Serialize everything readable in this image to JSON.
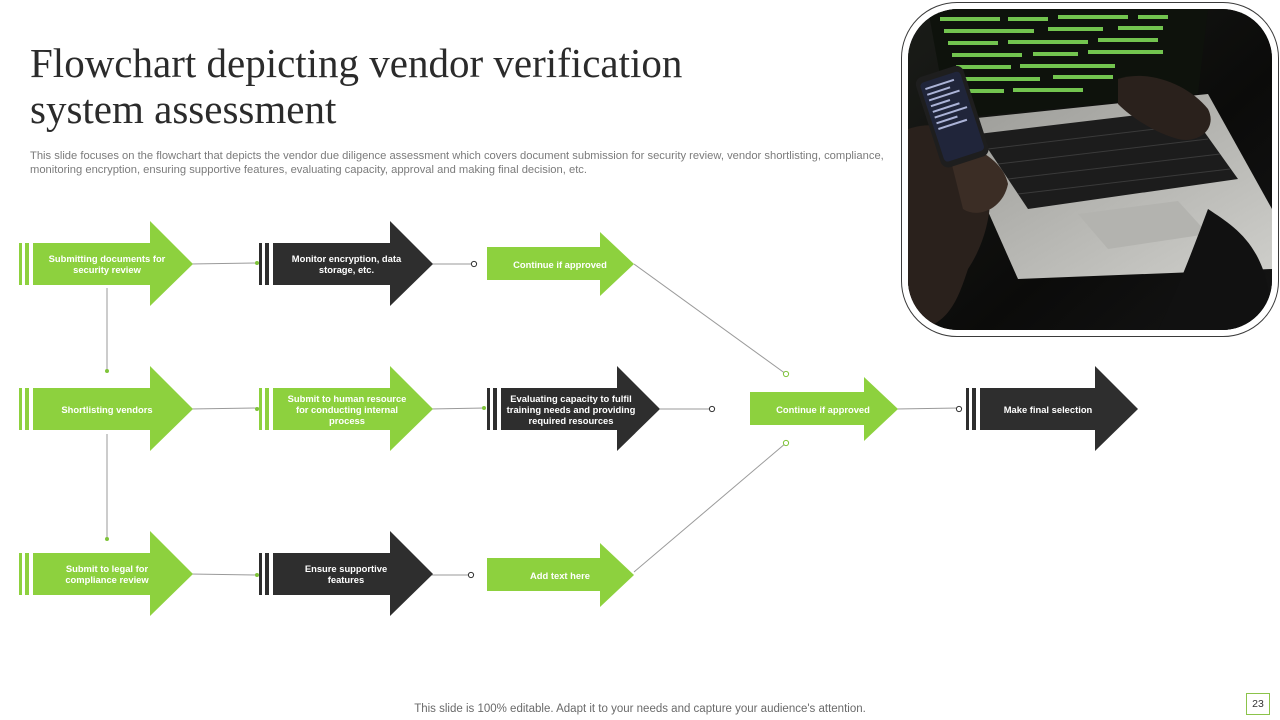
{
  "slide": {
    "title": "Flowchart depicting vendor verification system assessment",
    "subtitle": "This slide focuses on the flowchart that depicts the vendor due diligence assessment which covers document submission for security review, vendor shortlisting, compliance, monitoring encryption, ensuring supportive features, evaluating capacity, approval and making final decision, etc.",
    "footer": "This slide is 100% editable. Adapt it to your needs and capture your audience's attention.",
    "page_number": "23"
  },
  "colors": {
    "green": "#8dd13e",
    "dark": "#2e2e2e",
    "line": "#9a9a9a",
    "connector_green": "#7fc43a"
  },
  "flow": {
    "row1": {
      "step1": "Submitting documents for security review",
      "step2": "Monitor encryption, data storage, etc.",
      "step3": "Continue if approved"
    },
    "row2": {
      "step1": "Shortlisting vendors",
      "step2": "Submit to human resource for conducting internal process",
      "step3": "Evaluating capacity to fulfil training needs and providing required resources",
      "step4": "Continue if approved",
      "step5": "Make final selection"
    },
    "row3": {
      "step1": "Submit to legal for compliance review",
      "step2": "Ensure supportive features",
      "step3": "Add text here"
    }
  },
  "photo": {
    "icon": "laptop-phone-photo"
  }
}
